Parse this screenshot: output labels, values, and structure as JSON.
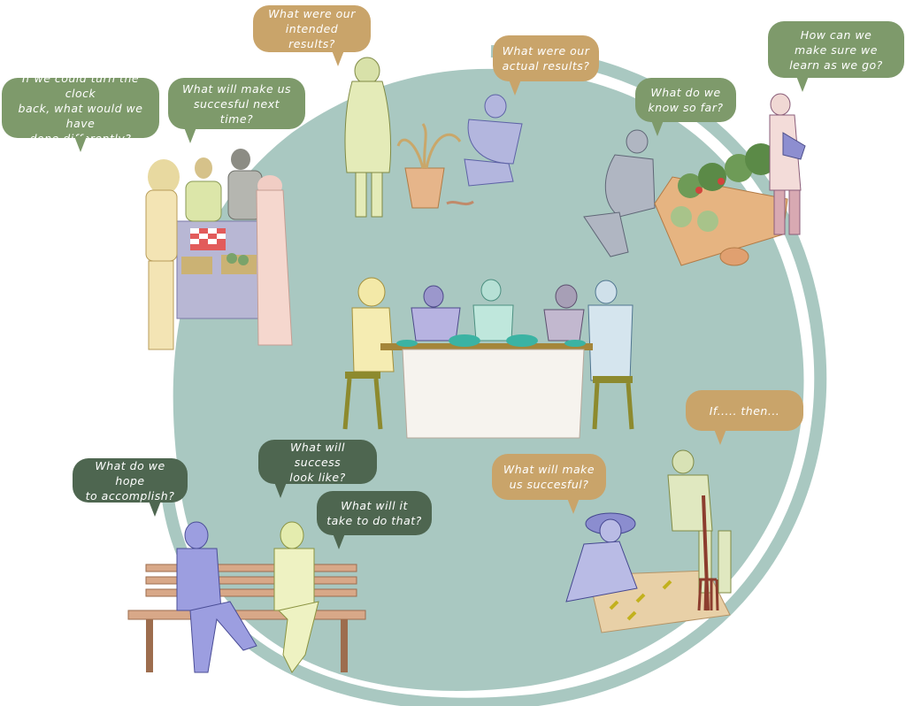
{
  "colors": {
    "circle_fill": "#a9c8c1",
    "circle_ring": "#a9c8c1",
    "green_bubble": "#7e9a6b",
    "tan_bubble": "#c9a46a",
    "dark_bubble": "#4e6650"
  },
  "bubbles": {
    "turn_clock": "If we could turn the clock\nback, what would we have\ndone differently?",
    "successful_next": "What will make us\nsuccesful next time?",
    "intended_results": "What were our\nintended results?",
    "actual_results": "What were our\nactual results?",
    "know_so_far": "What do we\nknow so far?",
    "learn_as_we_go": "How can we\nmake sure we\nlearn as we go?",
    "if_then": "If..... then...",
    "make_successful": "What will make\nus succesful?",
    "hope_accomplish": "What do we hope\nto accomplish?",
    "success_look": "What will success\nlook like?",
    "take_to_do": "What will it\ntake to do that?"
  },
  "scenes": [
    "market-stall-group",
    "woman-with-wilted-plant",
    "man-crouching-by-worm",
    "man-kneeling-at-garden-bed",
    "person-watering-plants",
    "people-dining-at-table",
    "women-on-bench",
    "woman-planting-seedlings",
    "man-digging-with-fork"
  ]
}
